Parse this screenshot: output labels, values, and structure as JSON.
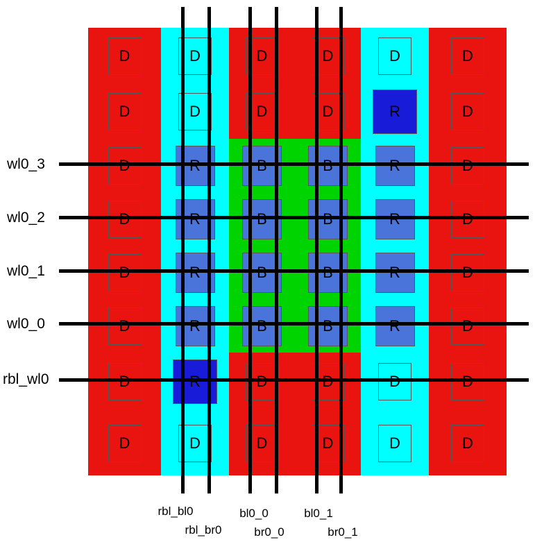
{
  "colors": {
    "red": "#e9140f",
    "cyan": "#00ffff",
    "green": "#00d400",
    "blue": "#4a74d9",
    "darkblue": "#181cd8",
    "wire": "#000000",
    "text": "#000000",
    "outline": "#565656"
  },
  "wordlines": [
    "wl0_3",
    "wl0_2",
    "wl0_1",
    "wl0_0",
    "rbl_wl0"
  ],
  "bitlines": [
    "rbl_bl0",
    "rbl_br0",
    "bl0_0",
    "br0_0",
    "bl0_1",
    "br0_1"
  ],
  "grid": {
    "rows": [
      [
        {
          "label": "D",
          "tile": "outline"
        },
        {
          "label": "D",
          "tile": "outline"
        },
        {
          "label": "D",
          "tile": "outline"
        },
        {
          "label": "D",
          "tile": "outline"
        },
        {
          "label": "D",
          "tile": "outline"
        },
        {
          "label": "D",
          "tile": "outline"
        }
      ],
      [
        {
          "label": "D",
          "tile": "outline"
        },
        {
          "label": "D",
          "tile": "outline"
        },
        {
          "label": "D",
          "tile": "outline"
        },
        {
          "label": "D",
          "tile": "outline"
        },
        {
          "label": "R",
          "tile": "darkblue"
        },
        {
          "label": "D",
          "tile": "outline"
        }
      ],
      [
        {
          "label": "D",
          "tile": "outline"
        },
        {
          "label": "R",
          "tile": "blue"
        },
        {
          "label": "B",
          "tile": "blue"
        },
        {
          "label": "B",
          "tile": "blue"
        },
        {
          "label": "R",
          "tile": "blue"
        },
        {
          "label": "D",
          "tile": "outline"
        }
      ],
      [
        {
          "label": "D",
          "tile": "outline"
        },
        {
          "label": "R",
          "tile": "blue"
        },
        {
          "label": "B",
          "tile": "blue"
        },
        {
          "label": "B",
          "tile": "blue"
        },
        {
          "label": "R",
          "tile": "blue"
        },
        {
          "label": "D",
          "tile": "outline"
        }
      ],
      [
        {
          "label": "D",
          "tile": "outline"
        },
        {
          "label": "R",
          "tile": "blue"
        },
        {
          "label": "B",
          "tile": "blue"
        },
        {
          "label": "B",
          "tile": "blue"
        },
        {
          "label": "R",
          "tile": "blue"
        },
        {
          "label": "D",
          "tile": "outline"
        }
      ],
      [
        {
          "label": "D",
          "tile": "outline"
        },
        {
          "label": "R",
          "tile": "blue"
        },
        {
          "label": "B",
          "tile": "blue"
        },
        {
          "label": "B",
          "tile": "blue"
        },
        {
          "label": "R",
          "tile": "blue"
        },
        {
          "label": "D",
          "tile": "outline"
        }
      ],
      [
        {
          "label": "D",
          "tile": "outline"
        },
        {
          "label": "R",
          "tile": "darkblue"
        },
        {
          "label": "D",
          "tile": "outline"
        },
        {
          "label": "D",
          "tile": "outline"
        },
        {
          "label": "D",
          "tile": "outline"
        },
        {
          "label": "D",
          "tile": "outline"
        }
      ],
      [
        {
          "label": "D",
          "tile": "outline"
        },
        {
          "label": "D",
          "tile": "outline"
        },
        {
          "label": "D",
          "tile": "outline"
        },
        {
          "label": "D",
          "tile": "outline"
        },
        {
          "label": "D",
          "tile": "outline"
        },
        {
          "label": "D",
          "tile": "outline"
        }
      ]
    ]
  }
}
